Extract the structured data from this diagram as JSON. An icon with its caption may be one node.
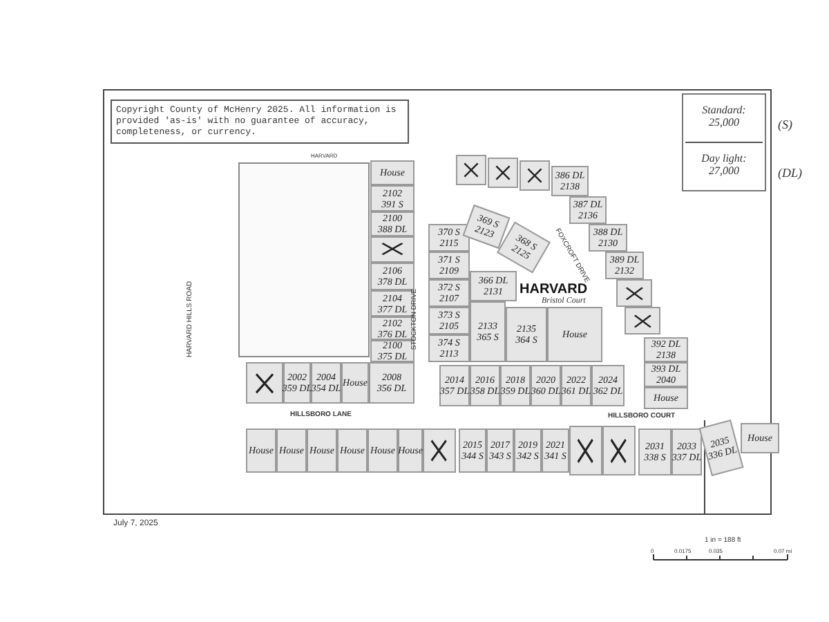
{
  "diagram": {
    "nodes": [
      {
        "text": [
          "House"
        ]
      },
      {
        "text": [
          "2102",
          "391 S"
        ]
      },
      {
        "text": [
          "2100",
          "388 DL"
        ]
      },
      {
        "text": [],
        "shape": "box"
      },
      {
        "text": [
          "2106",
          "378 DL"
        ]
      },
      {
        "text": [
          "2104",
          "377 DL"
        ]
      },
      {
        "text": [
          "2102",
          "376 DL"
        ]
      },
      {
        "text": [
          "2100",
          "375 DL"
        ]
      },
      {
        "text": [],
        "shape": "box"
      },
      {
        "text": [
          "2002",
          "359 DL"
        ]
      },
      {
        "text": [
          "2004",
          "354 DL"
        ]
      },
      {
        "text": [
          "House"
        ]
      },
      {
        "text": [
          "2008",
          "356 DL"
        ]
      },
      {
        "text": [
          "370 S",
          "2115"
        ]
      },
      {
        "text": [
          "371 S",
          "2109"
        ]
      },
      {
        "text": [
          "372 S",
          "2107"
        ]
      },
      {
        "text": [
          "373 S",
          "2105"
        ]
      },
      {
        "text": [
          "374 S",
          "2113"
        ]
      },
      {
        "text": [
          "369 S",
          "2123"
        ]
      },
      {
        "text": [
          "368 S",
          "2125"
        ]
      },
      {
        "text": [
          "366 DL",
          "2131"
        ]
      },
      {
        "text": [
          "2133",
          "365 S"
        ]
      },
      {
        "text": [
          "2135",
          "364 S"
        ]
      },
      {
        "text": [
          "House"
        ]
      },
      {
        "text": [
          "2014",
          "357 DL"
        ]
      },
      {
        "text": [
          "2016",
          "358 DL"
        ]
      },
      {
        "text": [
          "2018",
          "359 DL"
        ]
      },
      {
        "text": [
          "2020",
          "360 DL"
        ]
      },
      {
        "text": [
          "2022",
          "361 DL"
        ]
      },
      {
        "text": [
          "2024",
          "362 DL"
        ]
      },
      {
        "text": [],
        "shape": "box"
      },
      {
        "text": [],
        "shape": "box"
      },
      {
        "text": [],
        "shape": "box"
      },
      {
        "text": [
          "386 DL",
          "2138"
        ]
      },
      {
        "text": [
          "387 DL",
          "2136"
        ]
      },
      {
        "text": [
          "388 DL",
          "2130"
        ]
      },
      {
        "text": [
          "389 DL",
          "2132"
        ]
      },
      {
        "text": [],
        "shape": "box"
      },
      {
        "text": [],
        "shape": "box"
      },
      {
        "text": [
          "392 DL",
          "2138"
        ]
      },
      {
        "text": [
          "393 DL",
          "2040"
        ]
      },
      {
        "text": [
          "House"
        ]
      },
      {
        "text": [
          "House"
        ]
      },
      {
        "text": [
          "House"
        ]
      },
      {
        "text": [
          "House"
        ]
      },
      {
        "text": [
          "House"
        ]
      },
      {
        "text": [
          "House"
        ]
      },
      {
        "text": [
          "House"
        ]
      },
      {
        "text": [],
        "shape": "box"
      },
      {
        "text": [
          "2015",
          "344 S"
        ]
      },
      {
        "text": [
          "2017",
          "343 S"
        ]
      },
      {
        "text": [
          "2019",
          "342 S"
        ]
      },
      {
        "text": [
          "2021",
          "341 S"
        ]
      },
      {
        "text": [],
        "shape": "box"
      },
      {
        "text": [],
        "shape": "box"
      },
      {
        "text": [
          "2031",
          "338 S"
        ]
      },
      {
        "text": [
          "2033",
          "337 DL"
        ]
      },
      {
        "text": [
          "2035",
          "336 DL"
        ]
      },
      {
        "text": [
          "House"
        ]
      }
    ],
    "labels": [
      "Copyright County of McHenry 2025. All information is provided 'as-is' with no guarantee of accuracy, completeness, or currency.",
      "Standard: 25,000",
      "(S)",
      "Day light: 27,000",
      "(DL)",
      "HARVARD",
      "HARVARD HILLS ROAD",
      "STOCKTON DRIVE",
      "HARVARD",
      "Bristol Court",
      "FOXCROFT DRIVE",
      "HILLSBORO LANE",
      "HILLSBORO COURT",
      "July 7, 2025",
      "1 in = 188 ft",
      "0",
      "0.0175",
      "0.035",
      "0.07 mi"
    ]
  }
}
